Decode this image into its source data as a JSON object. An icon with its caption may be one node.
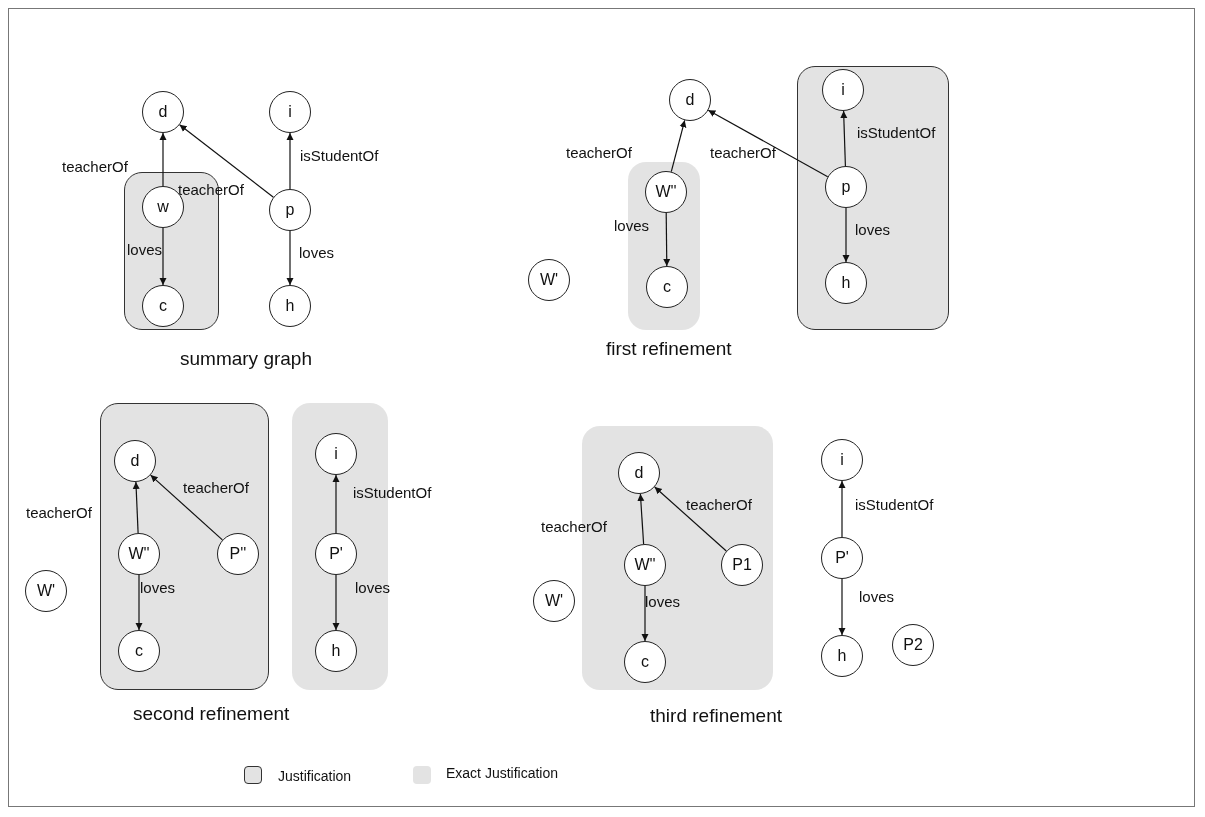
{
  "diagram": {
    "nodes": [
      {
        "text": [
          "d"
        ]
      },
      {
        "text": [
          "i"
        ]
      },
      {
        "text": [],
        "shape": "box"
      },
      {
        "text": [
          "w"
        ],
        "in": 2
      },
      {
        "text": [
          "p"
        ]
      },
      {
        "text": [
          "c"
        ],
        "in": 2
      },
      {
        "text": [
          "h"
        ]
      },
      {
        "text": [
          "d"
        ]
      },
      {
        "text": [],
        "shape": "box"
      },
      {
        "text": [
          "W''"
        ],
        "in": 8
      },
      {
        "text": [
          "c"
        ],
        "in": 8
      },
      {
        "text": [
          "W'"
        ]
      },
      {
        "text": [],
        "shape": "box"
      },
      {
        "text": [
          "i"
        ],
        "in": 12
      },
      {
        "text": [
          "p"
        ],
        "in": 12
      },
      {
        "text": [
          "h"
        ],
        "in": 12
      },
      {
        "text": [],
        "shape": "box"
      },
      {
        "text": [
          "d"
        ],
        "in": 16
      },
      {
        "text": [
          "W''"
        ],
        "in": 16
      },
      {
        "text": [
          "P''"
        ],
        "in": 16
      },
      {
        "text": [
          "c"
        ],
        "in": 16
      },
      {
        "text": [],
        "shape": "box"
      },
      {
        "text": [
          "i"
        ],
        "in": 21
      },
      {
        "text": [
          "P'"
        ],
        "in": 21
      },
      {
        "text": [
          "h"
        ],
        "in": 21
      },
      {
        "text": [
          "W'"
        ]
      },
      {
        "text": [],
        "shape": "box"
      },
      {
        "text": [
          "d"
        ],
        "in": 26
      },
      {
        "text": [
          "W''"
        ],
        "in": 26
      },
      {
        "text": [
          "P1"
        ],
        "in": 26
      },
      {
        "text": [
          "c"
        ],
        "in": 26
      },
      {
        "text": [
          "W'"
        ]
      },
      {
        "text": [
          "i"
        ]
      },
      {
        "text": [
          "P'"
        ]
      },
      {
        "text": [
          "h"
        ]
      },
      {
        "text": [
          "P2"
        ]
      }
    ],
    "edges": [
      {
        "from": 3,
        "to": 0,
        "arrow": "to",
        "label": "teacherOf"
      },
      {
        "from": 4,
        "to": 0,
        "arrow": "to",
        "label": "teacherOf"
      },
      {
        "from": 4,
        "to": 1,
        "arrow": "to",
        "label": "isStudentOf"
      },
      {
        "from": 3,
        "to": 5,
        "arrow": "to",
        "label": "loves"
      },
      {
        "from": 4,
        "to": 6,
        "arrow": "to",
        "label": "loves"
      },
      {
        "from": 9,
        "to": 7,
        "arrow": "to",
        "label": "teacherOf"
      },
      {
        "from": 14,
        "to": 7,
        "arrow": "to",
        "label": "teacherOf"
      },
      {
        "from": 14,
        "to": 13,
        "arrow": "to",
        "label": "isStudentOf"
      },
      {
        "from": 9,
        "to": 10,
        "arrow": "to",
        "label": "loves"
      },
      {
        "from": 14,
        "to": 15,
        "arrow": "to",
        "label": "loves"
      },
      {
        "from": 18,
        "to": 17,
        "arrow": "to",
        "label": "teacherOf"
      },
      {
        "from": 19,
        "to": 17,
        "arrow": "to",
        "label": "teacherOf"
      },
      {
        "from": 23,
        "to": 22,
        "arrow": "to",
        "label": "isStudentOf"
      },
      {
        "from": 18,
        "to": 20,
        "arrow": "to",
        "label": "loves"
      },
      {
        "from": 23,
        "to": 24,
        "arrow": "to",
        "label": "loves"
      },
      {
        "from": 28,
        "to": 27,
        "arrow": "to",
        "label": "teacherOf"
      },
      {
        "from": 29,
        "to": 27,
        "arrow": "to",
        "label": "teacherOf"
      },
      {
        "from": 33,
        "to": 32,
        "arrow": "to",
        "label": "isStudentOf"
      },
      {
        "from": 28,
        "to": 30,
        "arrow": "to",
        "label": "loves"
      },
      {
        "from": 33,
        "to": 34,
        "arrow": "to",
        "label": "loves"
      }
    ],
    "labels": [
      "summary graph",
      "first refinement",
      "second refinement",
      "third refinement"
    ],
    "legend": [
      {
        "text": "Justification"
      },
      {
        "text": "Exact Justification",
        "color": "#e3e3e3"
      }
    ]
  }
}
